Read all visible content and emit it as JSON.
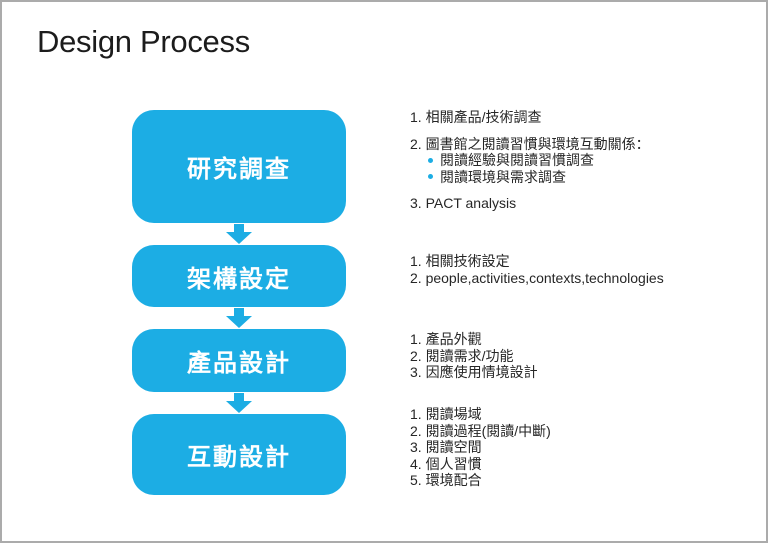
{
  "title": "Design Process",
  "colors": {
    "accent": "#1cade4",
    "slide_border": "#ababab",
    "body_text": "#262626",
    "box_text": "#ffffff"
  },
  "icons": {
    "down_arrow": "down-arrow-icon",
    "bullet_dot": "bullet-dot-icon"
  },
  "steps": [
    {
      "label": "研究調查",
      "notes": [
        {
          "style": "numbered",
          "text": "1. 相關產品/技術調查"
        },
        {
          "style": "numbered",
          "text": "2. 圖書館之閱讀習慣與環境互動關係："
        },
        {
          "style": "bullet",
          "text": "閱讀經驗與閱讀習慣調查"
        },
        {
          "style": "bullet",
          "text": "閱讀環境與需求調查"
        },
        {
          "style": "numbered",
          "text": "3. PACT analysis"
        }
      ],
      "spaced": true
    },
    {
      "label": "架構設定",
      "notes": [
        {
          "style": "numbered",
          "text": "1. 相關技術設定"
        },
        {
          "style": "numbered",
          "text": "2. people,activities,contexts,technologies"
        }
      ],
      "spaced": false
    },
    {
      "label": "產品設計",
      "notes": [
        {
          "style": "numbered",
          "text": "1. 產品外觀"
        },
        {
          "style": "numbered",
          "text": "2. 閱讀需求/功能"
        },
        {
          "style": "numbered",
          "text": "3. 因應使用情境設計"
        }
      ],
      "spaced": false
    },
    {
      "label": "互動設計",
      "notes": [
        {
          "style": "numbered",
          "text": "1. 閱讀場域"
        },
        {
          "style": "numbered",
          "text": "2. 閱讀過程(閱讀/中斷)"
        },
        {
          "style": "numbered",
          "text": "3. 閱讀空間"
        },
        {
          "style": "numbered",
          "text": "4. 個人習慣"
        },
        {
          "style": "numbered",
          "text": "5. 環境配合"
        }
      ],
      "spaced": false
    }
  ]
}
